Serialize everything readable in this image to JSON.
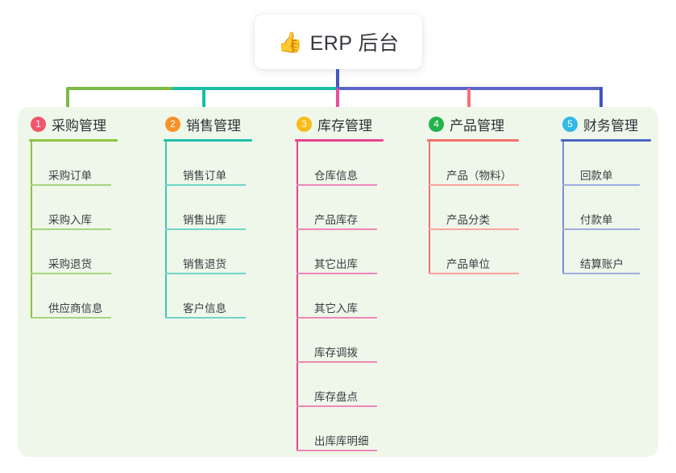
{
  "root": {
    "icon": "thumbs-up-icon",
    "emoji": "👍",
    "title": "ERP 后台"
  },
  "theme": {
    "page_background": "#ffffff",
    "panel_background": "#eef7e9",
    "root_card_background": "#ffffff",
    "root_stem_color": "#4256bf"
  },
  "connectors": {
    "segments": [
      {
        "name": "green-bus",
        "color": "#7cbb45"
      },
      {
        "name": "teal-bus",
        "color": "#18bfa4"
      },
      {
        "name": "blue-bus",
        "color": "#5b66c9"
      }
    ],
    "drops": [
      "#7cbb45",
      "#18bfa4",
      "#e8509b",
      "#f4707a",
      "#4256bf"
    ]
  },
  "columns": [
    {
      "index": "1",
      "title": "采购管理",
      "badge_color": "#f2546a",
      "rule_color": "#8cc63f",
      "line_color": "#8cc63f",
      "item_rule_color": "#a8d47e",
      "items": [
        {
          "label": "采购订单"
        },
        {
          "label": "采购入库"
        },
        {
          "label": "采购退货"
        },
        {
          "label": "供应商信息"
        }
      ]
    },
    {
      "index": "2",
      "title": "销售管理",
      "badge_color": "#f79229",
      "rule_color": "#1fc0a8",
      "line_color": "#3cc8b4",
      "item_rule_color": "#6fd5c7",
      "items": [
        {
          "label": "销售订单"
        },
        {
          "label": "销售出库"
        },
        {
          "label": "销售退货"
        },
        {
          "label": "客户信息"
        }
      ]
    },
    {
      "index": "3",
      "title": "库存管理",
      "badge_color": "#fbbc18",
      "rule_color": "#e8418f",
      "line_color": "#e8418f",
      "item_rule_color": "#ef86b8",
      "items": [
        {
          "label": "仓库信息"
        },
        {
          "label": "产品库存"
        },
        {
          "label": "其它出库"
        },
        {
          "label": "其它入库"
        },
        {
          "label": "库存调拨"
        },
        {
          "label": "库存盘点"
        },
        {
          "label": "出库库明细"
        }
      ]
    },
    {
      "index": "4",
      "title": "产品管理",
      "badge_color": "#24b24c",
      "rule_color": "#f4706f",
      "line_color": "#f4706f",
      "item_rule_color": "#f8a3a0",
      "items": [
        {
          "label": "产品（物料）"
        },
        {
          "label": "产品分类"
        },
        {
          "label": "产品单位"
        }
      ]
    },
    {
      "index": "5",
      "title": "财务管理",
      "badge_color": "#32b8e8",
      "rule_color": "#4a63c4",
      "line_color": "#7c8bd6",
      "item_rule_color": "#9fabe2",
      "items": [
        {
          "label": "回款单"
        },
        {
          "label": "付款单"
        },
        {
          "label": "结算账户"
        }
      ]
    }
  ]
}
